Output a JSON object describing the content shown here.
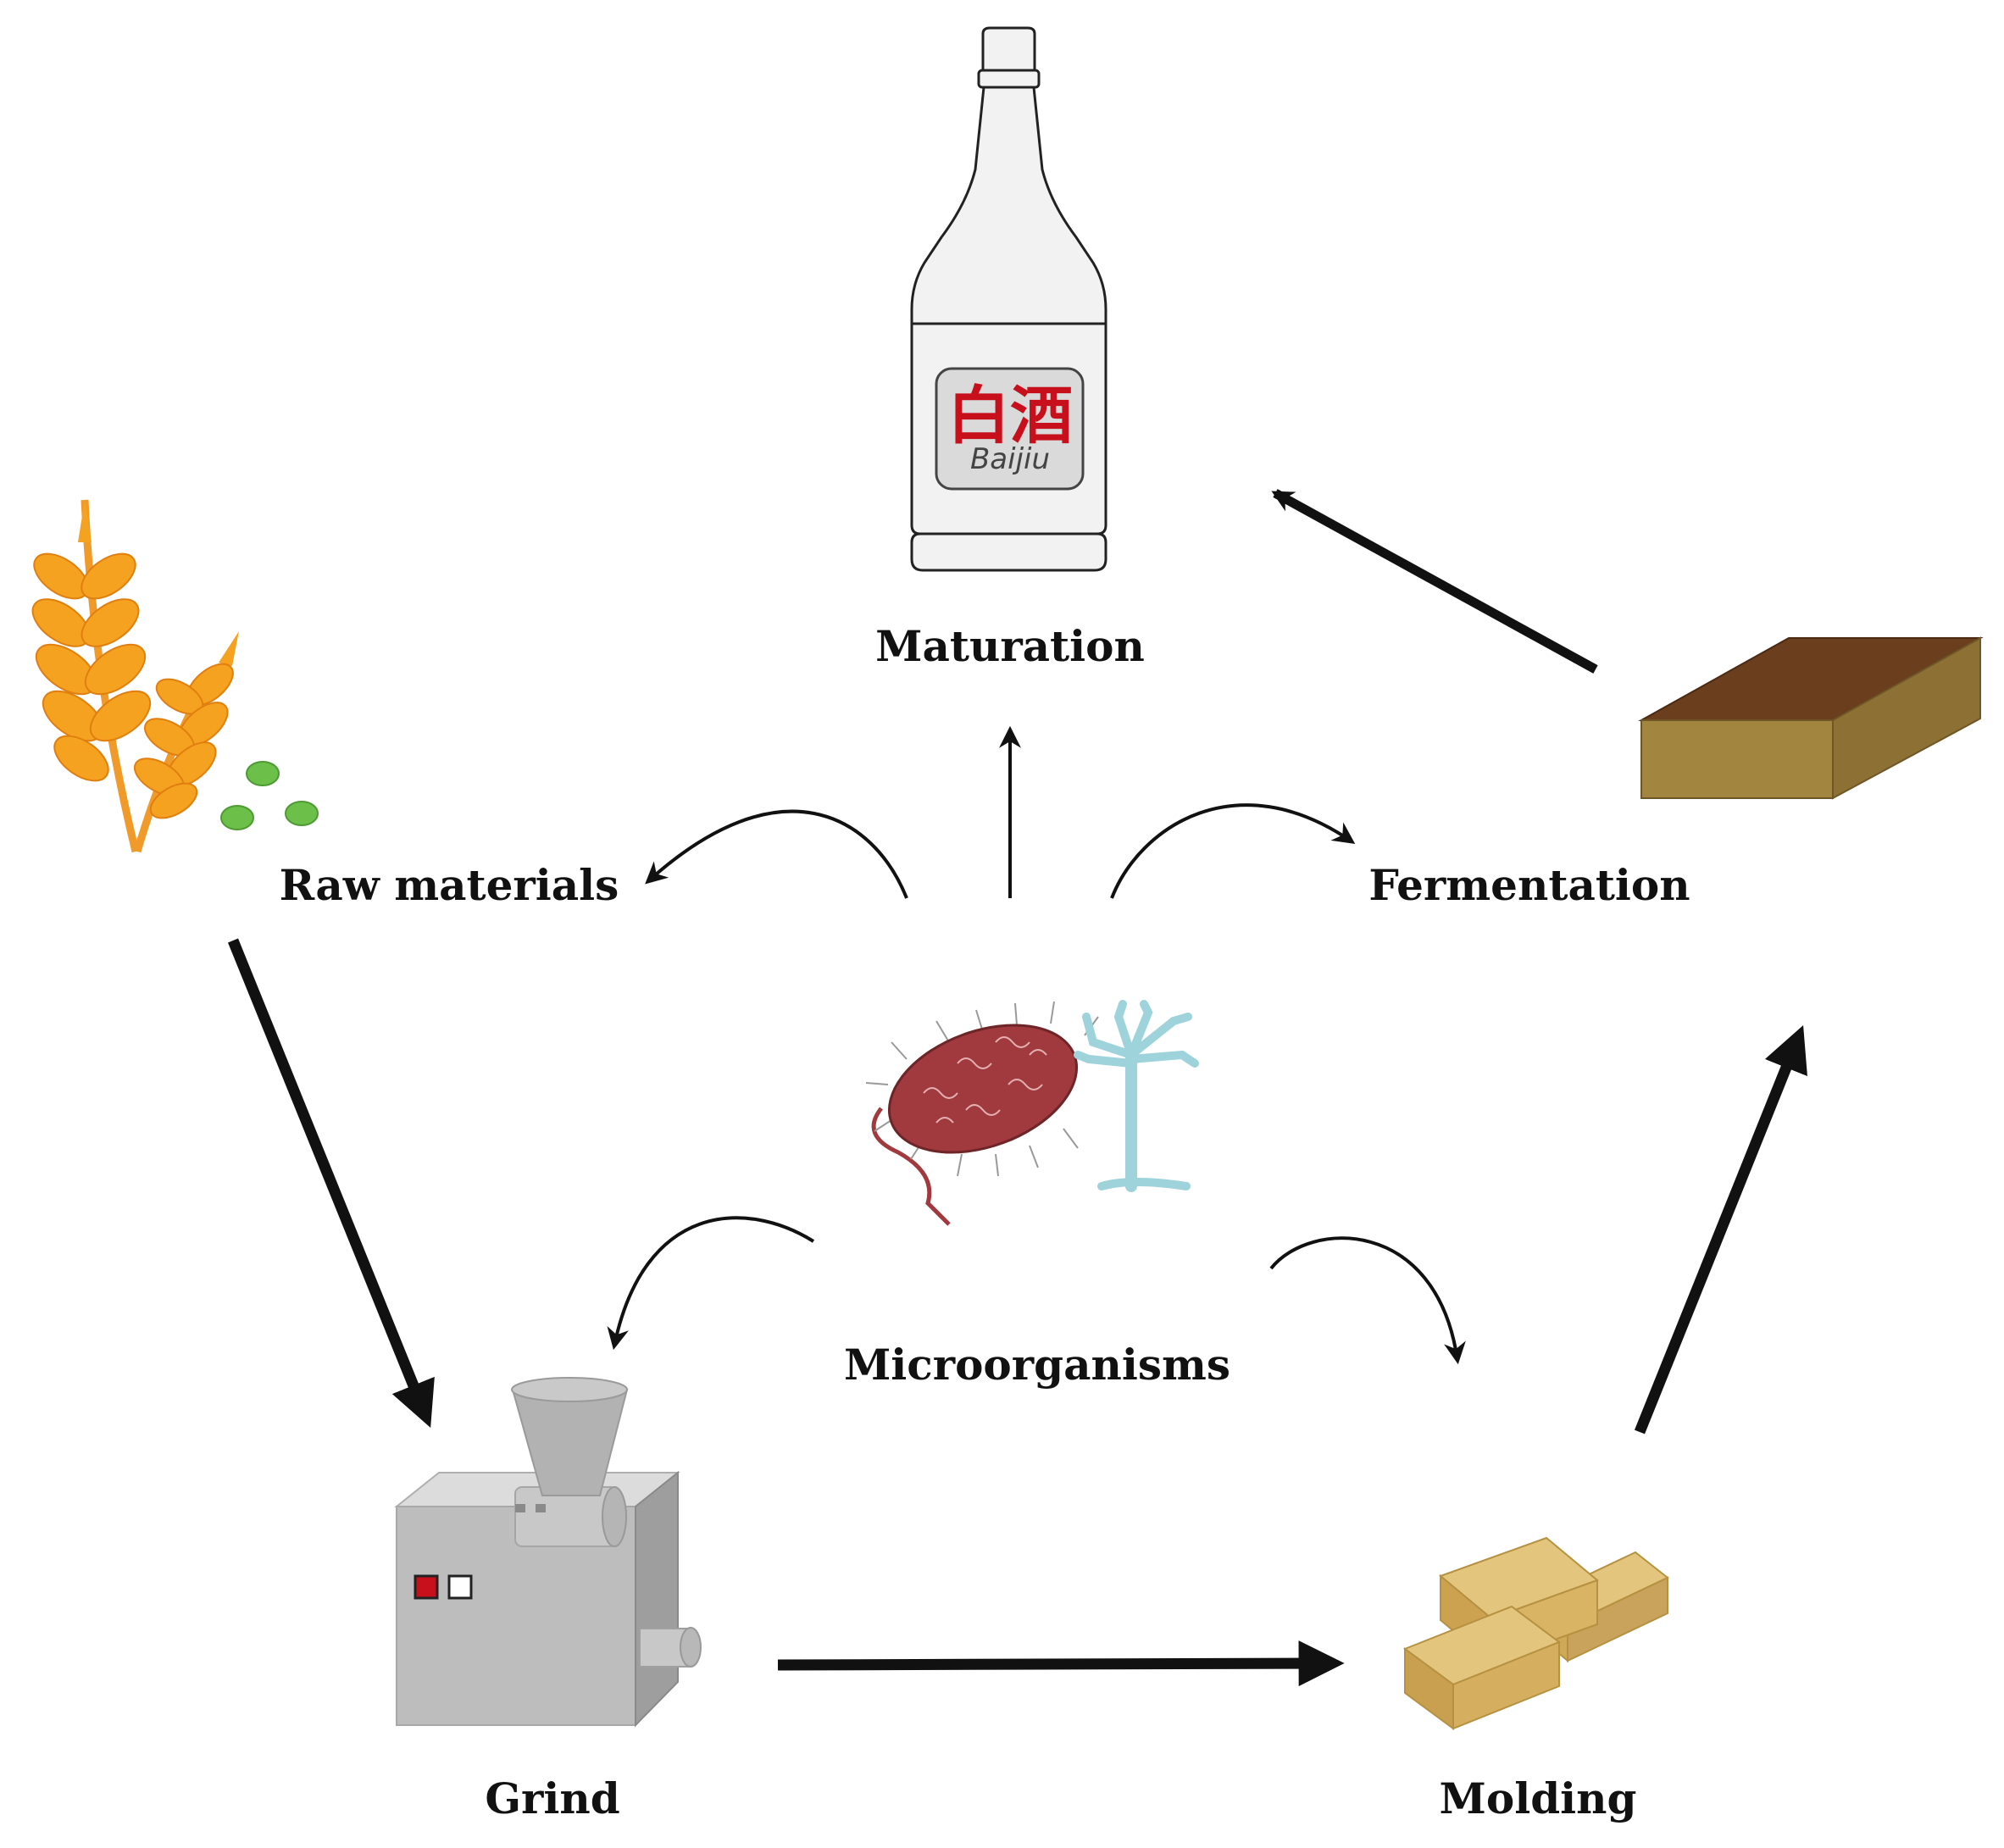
{
  "stages": {
    "maturation": "Maturation",
    "raw_materials": "Raw materials",
    "fermentation": "Fermentation",
    "microorganisms": "Microorganisms",
    "grind": "Grind",
    "molding": "Molding"
  },
  "bottle_label": {
    "chinese": "白酒",
    "english": "Baijiu"
  },
  "colors": {
    "grain": "#F4A21F",
    "grain_dark": "#E07F10",
    "bean": "#6CC04A",
    "bottle_fill": "#F2F2F2",
    "bottle_text_red": "#C8101D",
    "box_side": "#A2853E",
    "box_soil": "#6B3E1E",
    "bacterium": "#A13A3E",
    "fungus": "#9ED3DB",
    "machine": "#BDBDBD",
    "block": "#D7AE57",
    "arrow": "#111111"
  },
  "icons": [
    "grain-icon",
    "bottle-icon",
    "fermentation-box-icon",
    "bacterium-icon",
    "fungus-icon",
    "grinder-icon",
    "molded-blocks-icon"
  ]
}
